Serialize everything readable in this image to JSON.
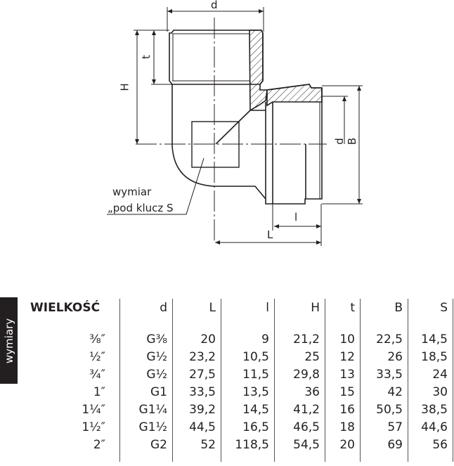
{
  "drawing": {
    "dim_labels": {
      "d_top": "d",
      "H": "H",
      "t": "t",
      "d_right": "d",
      "B": "B",
      "l": "l",
      "L": "L"
    },
    "note_line1": "wymiar",
    "note_line2": "„pod klucz S"
  },
  "side_tab": "wymiary",
  "table": {
    "headers": [
      "WIELKOŚĆ",
      "d",
      "L",
      "l",
      "H",
      "t",
      "B",
      "S"
    ],
    "rows": [
      [
        "⅜″",
        "G⅜",
        "20",
        "9",
        "21,2",
        "10",
        "22,5",
        "14,5"
      ],
      [
        "½″",
        "G½",
        "23,2",
        "10,5",
        "25",
        "12",
        "26",
        "18,5"
      ],
      [
        "¾″",
        "G½",
        "27,5",
        "11,5",
        "29,8",
        "13",
        "33,5",
        "24"
      ],
      [
        "1″",
        "G1",
        "33,5",
        "13,5",
        "36",
        "15",
        "42",
        "30"
      ],
      [
        "1¼″",
        "G1¼",
        "39,2",
        "14,5",
        "41,2",
        "16",
        "50,5",
        "38,5"
      ],
      [
        "1½″",
        "G1½",
        "44,5",
        "16,5",
        "46,5",
        "18",
        "57",
        "44,6"
      ],
      [
        "2″",
        "G2",
        "52",
        "118,5",
        "54,5",
        "20",
        "69",
        "56"
      ]
    ]
  }
}
